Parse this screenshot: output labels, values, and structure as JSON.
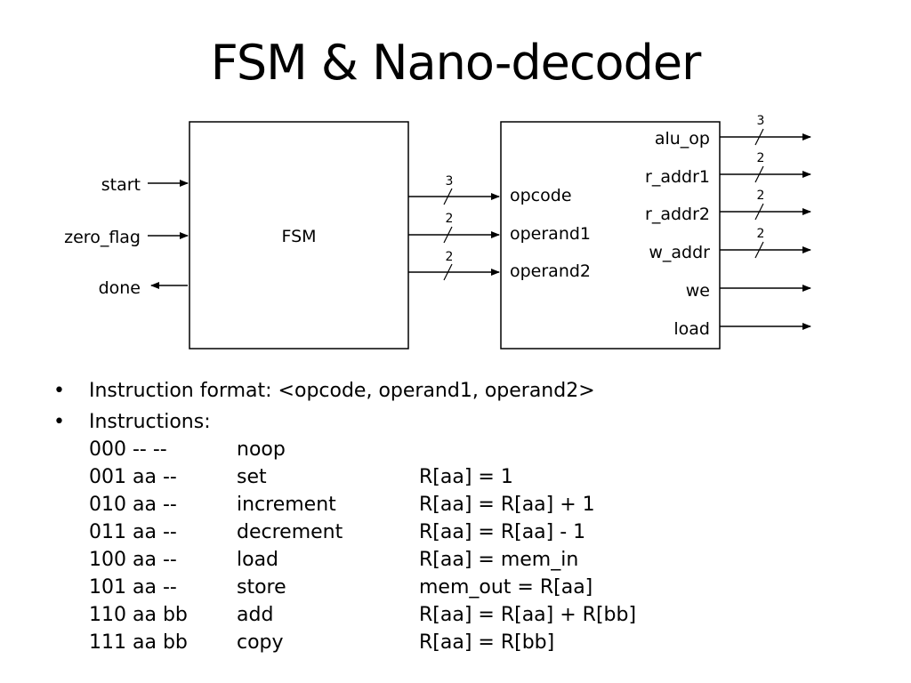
{
  "title": "FSM & Nano-decoder",
  "fsm": {
    "label": "FSM",
    "inputs": [
      "start",
      "zero_flag"
    ],
    "outputs": [
      "done"
    ]
  },
  "bus_widths_fsm_to_decoder": [
    "3",
    "2",
    "2"
  ],
  "decoder": {
    "inputs": [
      "opcode",
      "operand1",
      "operand2"
    ],
    "outputs": [
      "alu_op",
      "r_addr1",
      "r_addr2",
      "w_addr",
      "we",
      "load"
    ],
    "output_widths": [
      "3",
      "2",
      "2",
      "2"
    ]
  },
  "bullets": {
    "format": "Instruction format: <opcode, operand1, operand2>",
    "instructions_heading": "Instructions:",
    "instructions": [
      {
        "code": "000 -- --",
        "name": "noop",
        "effect": ""
      },
      {
        "code": "001 aa --",
        "name": "set",
        "effect": "R[aa] = 1"
      },
      {
        "code": "010 aa --",
        "name": "increment",
        "effect": "R[aa] = R[aa] + 1"
      },
      {
        "code": "011 aa --",
        "name": "decrement",
        "effect": "R[aa] = R[aa] - 1"
      },
      {
        "code": "100 aa --",
        "name": "load",
        "effect": "R[aa] = mem_in"
      },
      {
        "code": "101 aa --",
        "name": "store",
        "effect": "mem_out = R[aa]"
      },
      {
        "code": "110 aa bb",
        "name": "add",
        "effect": "R[aa] = R[aa] + R[bb]"
      },
      {
        "code": "111 aa bb",
        "name": "copy",
        "effect": "R[aa] = R[bb]"
      }
    ]
  },
  "bullet_glyph": "•"
}
